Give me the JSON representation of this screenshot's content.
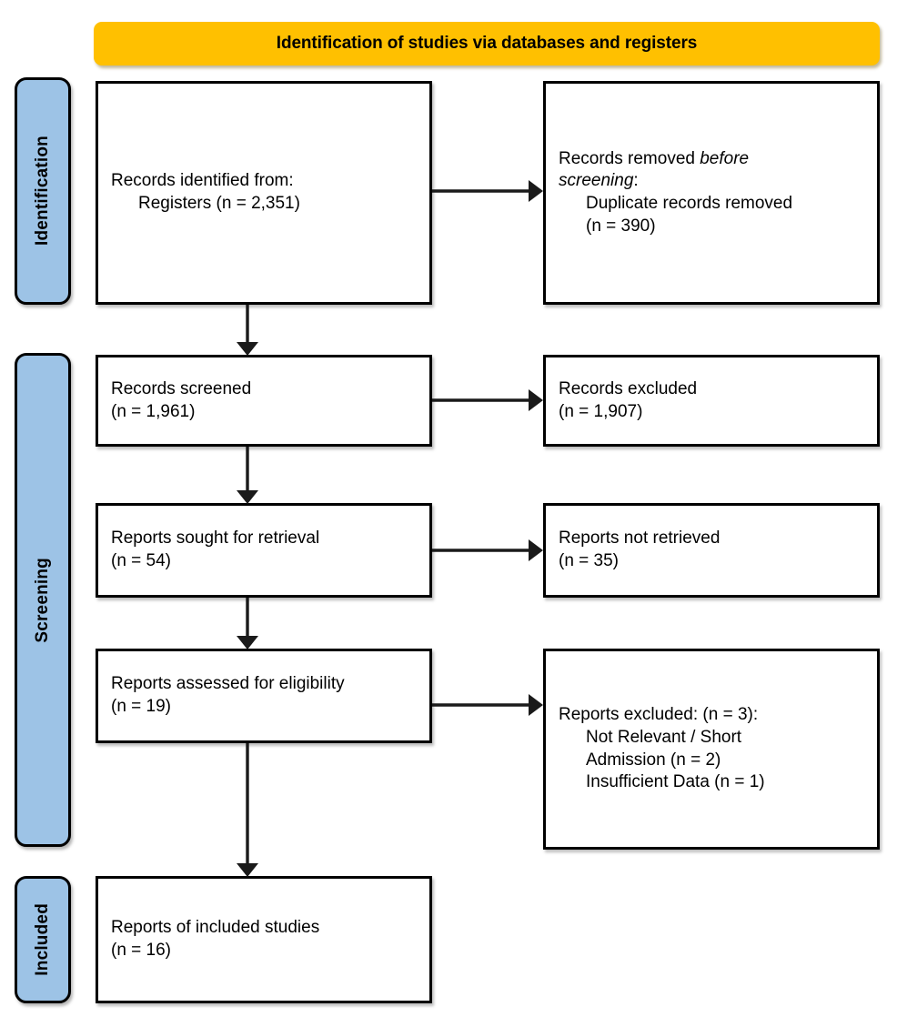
{
  "banner": {
    "title": "Identification of studies via databases and registers",
    "color": "#FFC000"
  },
  "stages": {
    "identification": "Identification",
    "screening": "Screening",
    "included": "Included",
    "color": "#9DC3E6"
  },
  "boxes": {
    "identified": {
      "line1": "Records identified from:",
      "line2": "Registers (n = 2,351)"
    },
    "removed": {
      "line1_plain": "Records removed ",
      "line1_italic": "before",
      "line2_italic": "screening",
      "line2_plain": ":",
      "line3": "Duplicate records removed",
      "line4": "(n = 390)"
    },
    "screened": {
      "line1": "Records screened",
      "line2": "(n = 1,961)"
    },
    "excluded_records": {
      "line1": "Records excluded",
      "line2": "(n = 1,907)"
    },
    "sought": {
      "line1": "Reports sought for retrieval",
      "line2": "(n = 54)"
    },
    "not_retrieved": {
      "line1": "Reports not retrieved",
      "line2": "(n = 35)"
    },
    "assessed": {
      "line1": "Reports assessed for eligibility",
      "line2": "(n = 19)"
    },
    "excluded_reports": {
      "line1": "Reports excluded: (n = 3):",
      "line2": "Not Relevant / Short",
      "line3": "Admission (n = 2)",
      "line4": "Insufficient Data (n = 1)"
    },
    "included": {
      "line1": "Reports of included studies",
      "line2": "(n = 16)"
    }
  },
  "chart_data": {
    "type": "diagram",
    "title": "Identification of studies via databases and registers",
    "nodes": [
      {
        "id": "identified",
        "stage": "Identification",
        "label": "Records identified from: Registers",
        "n": 2351
      },
      {
        "id": "removed",
        "stage": "Identification",
        "label": "Records removed before screening: Duplicate records removed",
        "n": 390
      },
      {
        "id": "screened",
        "stage": "Screening",
        "label": "Records screened",
        "n": 1961
      },
      {
        "id": "excluded_records",
        "stage": "Screening",
        "label": "Records excluded",
        "n": 1907
      },
      {
        "id": "sought",
        "stage": "Screening",
        "label": "Reports sought for retrieval",
        "n": 54
      },
      {
        "id": "not_retrieved",
        "stage": "Screening",
        "label": "Reports not retrieved",
        "n": 35
      },
      {
        "id": "assessed",
        "stage": "Screening",
        "label": "Reports assessed for eligibility",
        "n": 19
      },
      {
        "id": "excluded_reports",
        "stage": "Screening",
        "label": "Reports excluded",
        "n": 3,
        "reasons": [
          {
            "label": "Not Relevant / Short Admission",
            "n": 2
          },
          {
            "label": "Insufficient Data",
            "n": 1
          }
        ]
      },
      {
        "id": "included",
        "stage": "Included",
        "label": "Reports of included studies",
        "n": 16
      }
    ],
    "edges": [
      {
        "from": "identified",
        "to": "removed",
        "direction": "right"
      },
      {
        "from": "identified",
        "to": "screened",
        "direction": "down"
      },
      {
        "from": "screened",
        "to": "excluded_records",
        "direction": "right"
      },
      {
        "from": "screened",
        "to": "sought",
        "direction": "down"
      },
      {
        "from": "sought",
        "to": "not_retrieved",
        "direction": "right"
      },
      {
        "from": "sought",
        "to": "assessed",
        "direction": "down"
      },
      {
        "from": "assessed",
        "to": "excluded_reports",
        "direction": "right"
      },
      {
        "from": "assessed",
        "to": "included",
        "direction": "down"
      }
    ]
  }
}
